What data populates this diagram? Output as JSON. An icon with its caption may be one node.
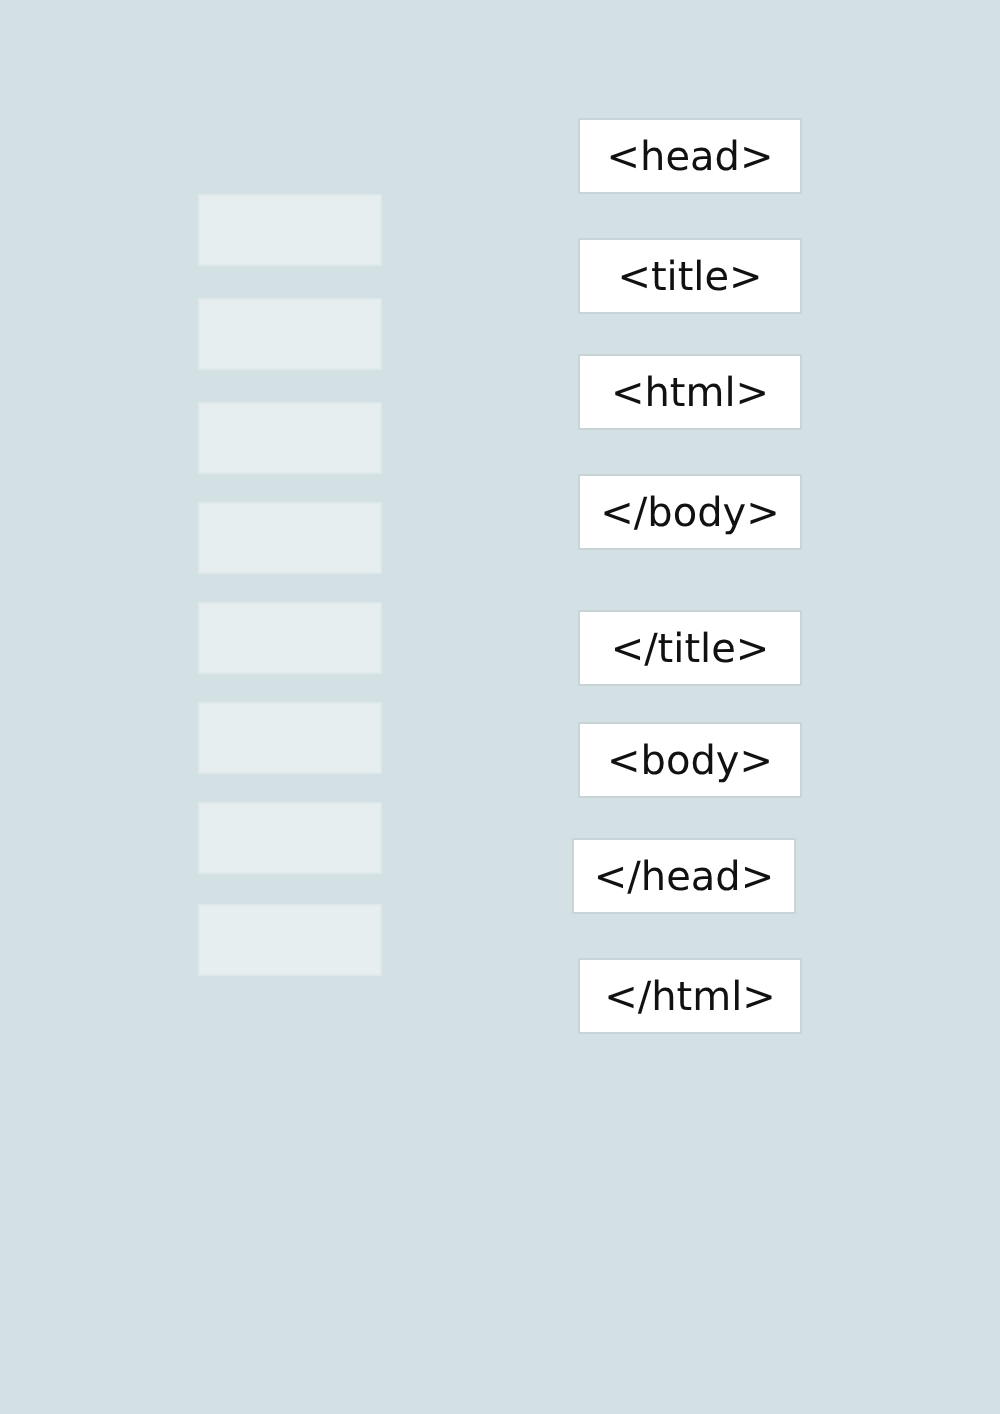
{
  "diagram": {
    "nodes": [
      {
        "text": [],
        "shape": "box"
      },
      {
        "text": [],
        "shape": "box"
      },
      {
        "text": [],
        "shape": "box"
      },
      {
        "text": [],
        "shape": "box"
      },
      {
        "text": [],
        "shape": "box"
      },
      {
        "text": [],
        "shape": "box"
      },
      {
        "text": [],
        "shape": "box"
      },
      {
        "text": [],
        "shape": "box"
      },
      {
        "text": [
          "<head>"
        ]
      },
      {
        "text": [
          "<title>"
        ]
      },
      {
        "text": [
          "<html>"
        ]
      },
      {
        "text": [
          "</body>"
        ]
      },
      {
        "text": [
          "</title>"
        ]
      },
      {
        "text": [
          "<body>"
        ]
      },
      {
        "text": [
          "</head>"
        ]
      },
      {
        "text": [
          "</html>"
        ]
      }
    ]
  }
}
